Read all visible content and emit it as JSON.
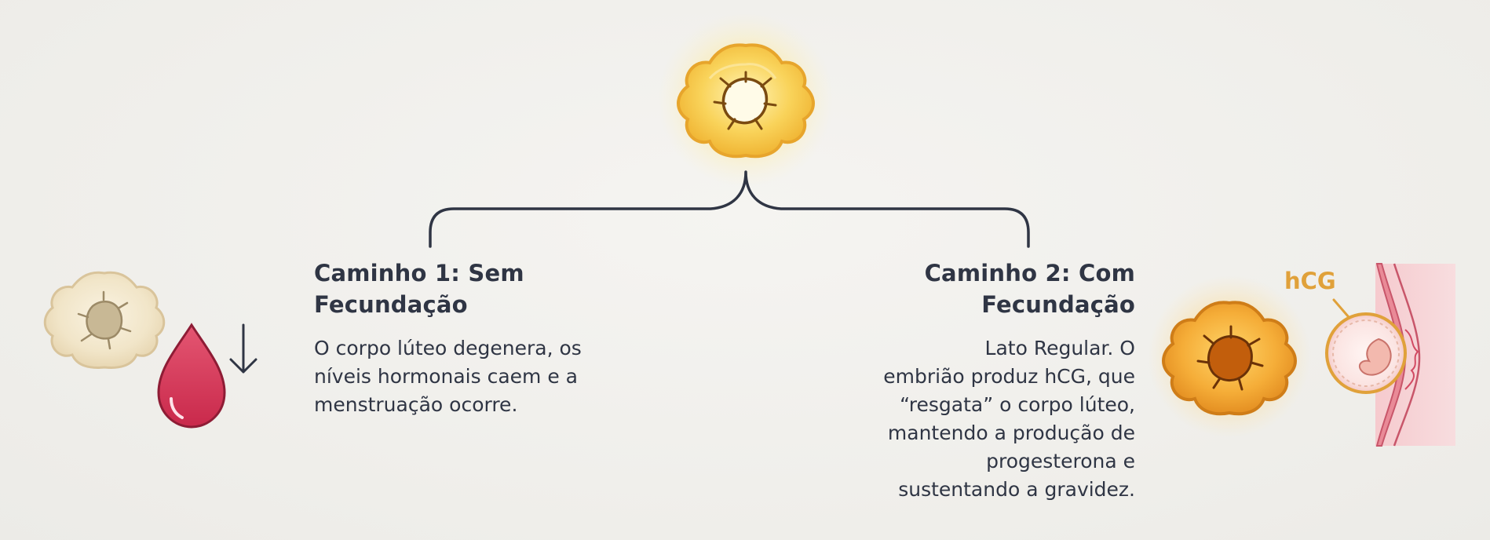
{
  "colors": {
    "background": "#efeeea",
    "text": "#2f3544",
    "connector": "#2f3544",
    "active_corpus": "#f6c23e",
    "degenerated_corpus": "#f3e8cf",
    "blood": "#d23a57",
    "hcg_accent": "#e0a13a",
    "uterus": "#f3a7b0"
  },
  "icons": {
    "top": "corpus-luteum-icon",
    "left_corpus": "degenerated-corpus-luteum-icon",
    "left_blood": "blood-drop-icon",
    "left_arrow": "arrow-down-icon",
    "right_corpus": "rescued-corpus-luteum-icon",
    "right_embryo": "embryo-implantation-icon"
  },
  "path1": {
    "title": "Caminho 1: Sem\nFecundação",
    "description": "O corpo lúteo degenera, os\nníveis hormonais caem e a\nmenstruação ocorre."
  },
  "path2": {
    "title": "Caminho 2: Com\nFecundação",
    "description": "Lato Regular. O\nembrião produz hCG, que\n“resgata” o corpo lúteo,\nmantendo a produção de\nprogesterona e\nsustentando a gravidez."
  },
  "hcg_label": "hCG"
}
